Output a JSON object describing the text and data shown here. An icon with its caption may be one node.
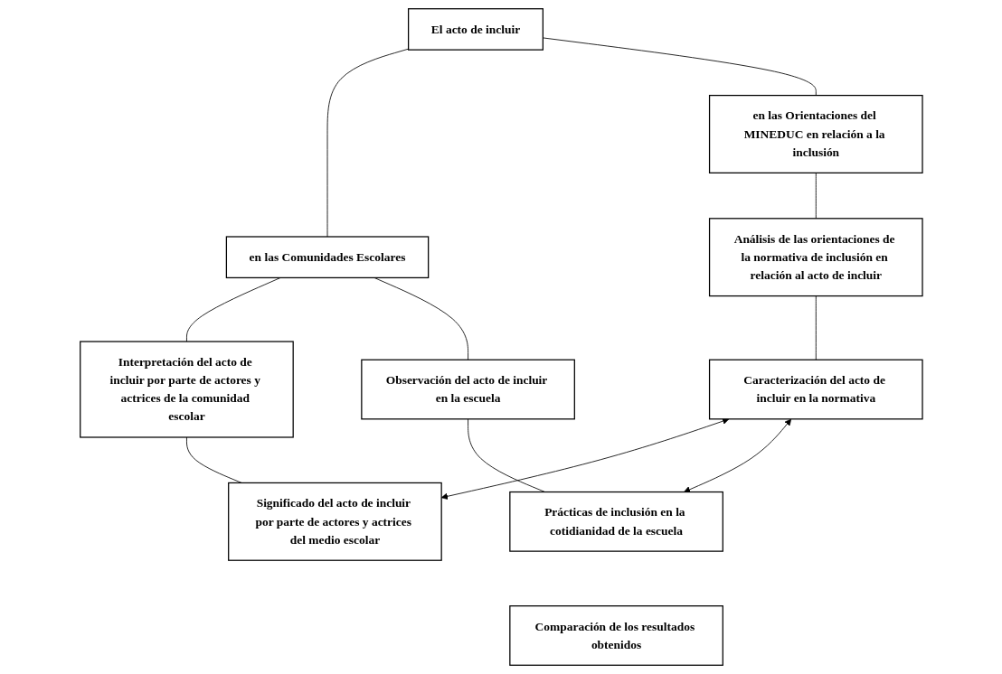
{
  "diagram": {
    "nodes": [
      {
        "text": [
          "El acto de incluir"
        ]
      },
      {
        "text": [
          "en las Orientaciones del MINEDUC en relación a la inclusión"
        ]
      },
      {
        "text": [
          "en las Comunidades Escolares"
        ]
      },
      {
        "text": [
          "Análisis de las orientaciones de la normativa de inclusión en relación al acto de incluir"
        ]
      },
      {
        "text": [
          "Interpretación del acto de incluir por parte de actores y actrices de la comunidad escolar"
        ]
      },
      {
        "text": [
          "Observación del acto de incluir en la escuela"
        ]
      },
      {
        "text": [
          "Caracterización del acto de incluir en la normativa"
        ]
      },
      {
        "text": [
          "Significado del acto de incluir por parte de actores y actrices del medio escolar"
        ]
      },
      {
        "text": [
          "Prácticas de inclusión en la cotidianidad de la escuela"
        ]
      },
      {
        "text": [
          "Comparación de los resultados obtenidos"
        ]
      }
    ],
    "edges": [
      {
        "from": 0,
        "to": 2,
        "arrow": "none"
      },
      {
        "from": 2,
        "to": 4,
        "arrow": "none"
      },
      {
        "from": 2,
        "to": 5,
        "arrow": "none"
      },
      {
        "from": 4,
        "to": 7,
        "arrow": "none"
      },
      {
        "from": 5,
        "to": 8,
        "arrow": "none"
      },
      {
        "from": 0,
        "to": 1,
        "arrow": "none"
      },
      {
        "from": 1,
        "to": 3,
        "arrow": "none"
      },
      {
        "from": 3,
        "to": 6,
        "arrow": "none"
      },
      {
        "from": 6,
        "to": 7,
        "arrow": "both"
      },
      {
        "from": 6,
        "to": 8,
        "arrow": "both"
      }
    ]
  }
}
